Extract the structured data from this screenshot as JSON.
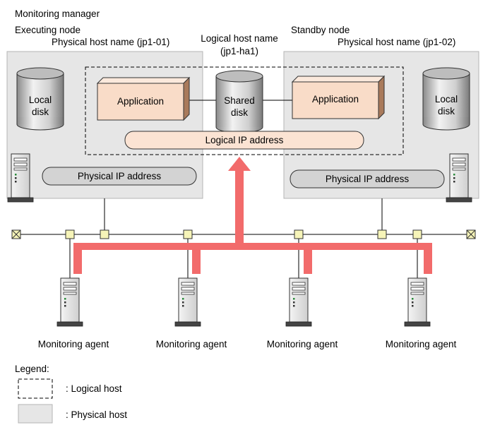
{
  "labels": {
    "monitoring_manager": "Monitoring manager",
    "executing_node": "Executing node",
    "physical_host_name_left": "Physical host name (jp1-01)",
    "logical_host_name": "Logical host name",
    "logical_host_value": "(jp1-ha1)",
    "standby_node": "Standby node",
    "physical_host_name_right": "Physical host name (jp1-02)"
  },
  "left_node": {
    "local_disk_line1": "Local",
    "local_disk_line2": "disk",
    "application": "Application",
    "physical_ip": "Physical IP address"
  },
  "right_node": {
    "local_disk_line1": "Local",
    "local_disk_line2": "disk",
    "application": "Application",
    "physical_ip": "Physical IP address"
  },
  "shared": {
    "disk_line1": "Shared",
    "disk_line2": "disk",
    "logical_ip": "Logical IP address"
  },
  "agents": [
    "Monitoring agent",
    "Monitoring agent",
    "Monitoring agent",
    "Monitoring agent"
  ],
  "legend": {
    "title": "Legend:",
    "logical_host": ": Logical host",
    "physical_host": ": Physical host"
  },
  "colors": {
    "physical_host_fill": "#e6e6e6",
    "application_fill": "#f9dcc8",
    "logical_ip_fill": "#fbe3d3",
    "arrow": "#f26b6b",
    "pill_fill": "#d3d3d3"
  }
}
